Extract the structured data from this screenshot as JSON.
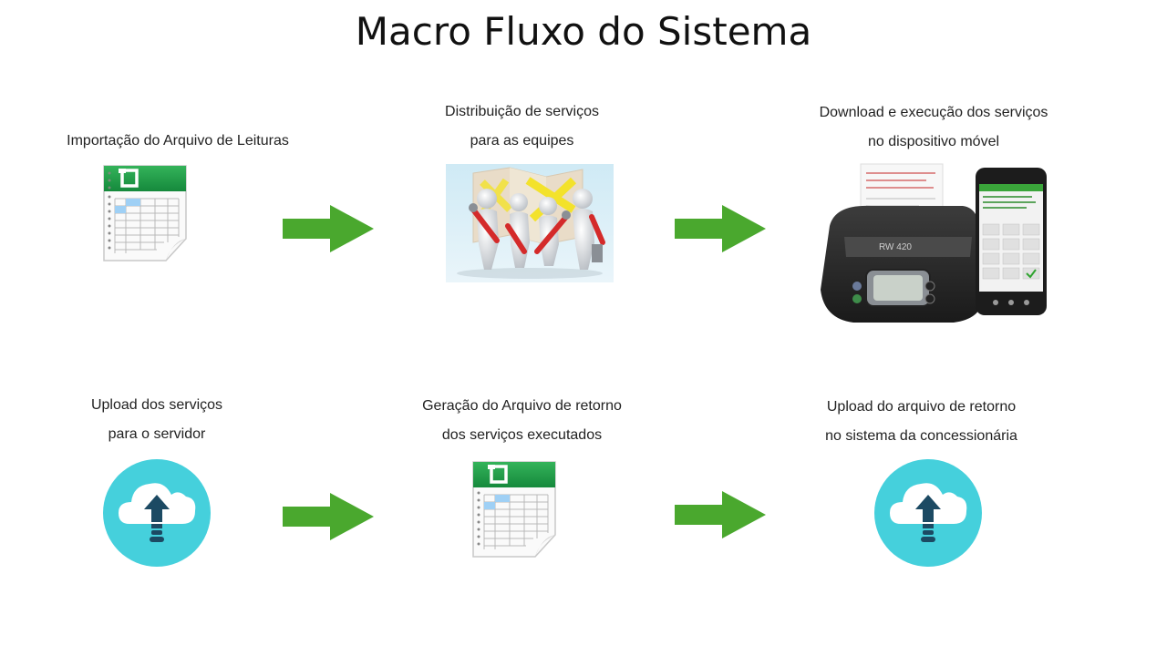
{
  "title": "Macro Fluxo do Sistema",
  "steps": [
    {
      "id": "import",
      "lines": [
        "Importação do Arquivo de Leituras"
      ],
      "icon": "spreadsheet-icon"
    },
    {
      "id": "distribute",
      "lines": [
        "Distribuição de serviços",
        "para as equipes"
      ],
      "icon": "team-tools-image"
    },
    {
      "id": "download",
      "lines": [
        "Download e execução dos serviços",
        "no dispositivo móvel"
      ],
      "icon": "printer-phone-image",
      "printer_model": "RW 420"
    },
    {
      "id": "upload-server",
      "lines": [
        "Upload dos serviços",
        "para o servidor"
      ],
      "icon": "cloud-upload-icon"
    },
    {
      "id": "return-file",
      "lines": [
        "Geração do Arquivo de retorno",
        "dos serviços executados"
      ],
      "icon": "spreadsheet-icon"
    },
    {
      "id": "upload-concession",
      "lines": [
        "Upload do arquivo de retorno",
        "no sistema da concessionária"
      ],
      "icon": "cloud-upload-icon"
    }
  ],
  "colors": {
    "arrow": "#4aa82e",
    "cloud_bg": "#45d0dc",
    "sheet_green": "#1e9c4a",
    "arrow_up": "#1c4a63"
  }
}
